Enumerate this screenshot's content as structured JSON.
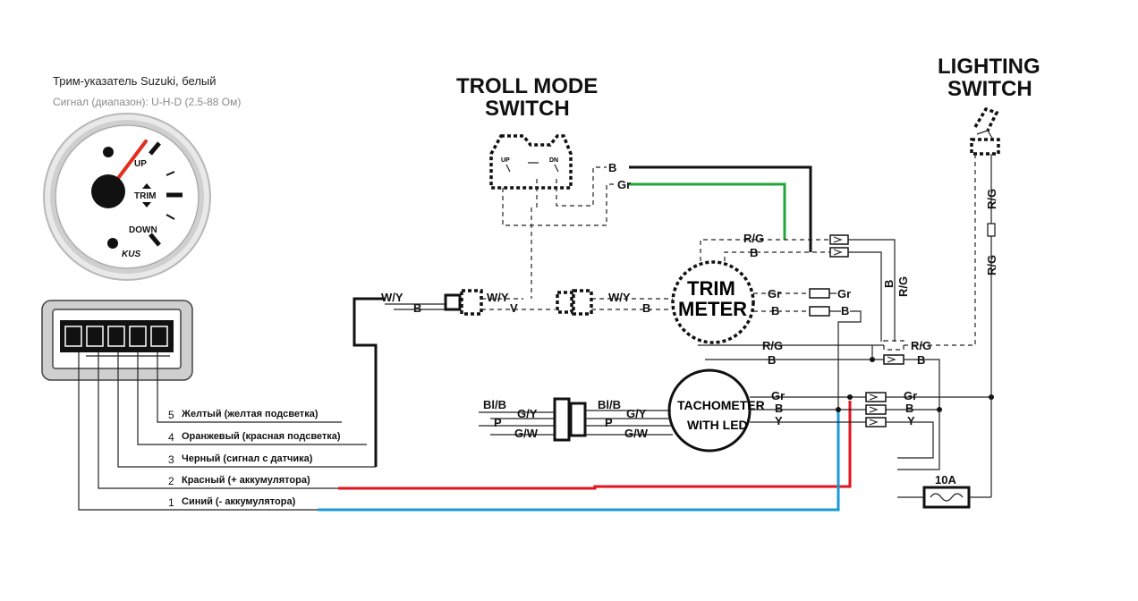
{
  "header": {
    "title": "Трим-указатель Suzuki, белый",
    "subtitle": "Сигнал (диапазон): U-H-D (2.5-88 Ом)"
  },
  "gauge": {
    "up": "UP",
    "trim": "TRIM",
    "down": "DOWN",
    "brand": "KUS",
    "needle_color": "#e0301e"
  },
  "connector_pins": [
    {
      "num": "5",
      "label": "Желтый (желтая подсветка)"
    },
    {
      "num": "4",
      "label": "Оранжевый (красная подсветка)"
    },
    {
      "num": "3",
      "label": "Черный (сигнал с датчика)"
    },
    {
      "num": "2",
      "label": "Красный (+ аккумулятора)"
    },
    {
      "num": "1",
      "label": "Синий (- аккумулятора)"
    }
  ],
  "components": {
    "troll_line1": "TROLL MODE",
    "troll_line2": "SWITCH",
    "troll_up": "UP",
    "troll_dn": "DN",
    "lighting_line1": "LIGHTING",
    "lighting_line2": "SWITCH",
    "trim_line1": "TRIM",
    "trim_line2": "METER",
    "tach_line1": "TACHOMETER",
    "tach_line2": "WITH LED",
    "fuse": "10A"
  },
  "wire_labels": {
    "troll_b": "B",
    "troll_gr": "Gr",
    "top_rg": "R/G",
    "top_b": "B",
    "right_b": "B",
    "right_rg": "R/G",
    "left_wy": "W/Y",
    "left_b": "B",
    "mid_wy": "W/Y",
    "mid_v": "V",
    "pre_wy": "W/Y",
    "pre_b": "B",
    "tm_gr": "Gr",
    "tm_gr2": "Gr",
    "tm_b": "B",
    "tm_b2": "B",
    "rg_mid": "R/G",
    "rg_right": "R/G",
    "b_mid": "B",
    "b_right": "B",
    "bl_b_l": "Bl/B",
    "gy_l": "G/Y",
    "p_l": "P",
    "gw_l": "G/W",
    "bl_b_r": "Bl/B",
    "gy_r": "G/Y",
    "p_r": "P",
    "gw_r": "G/W",
    "tach_gr": "Gr",
    "tach_b": "B",
    "tach_y": "Y",
    "out_gr": "Gr",
    "out_b": "B",
    "out_y": "Y",
    "ls_rg1": "R/G",
    "ls_rg2": "R/G"
  },
  "colors": {
    "green_wire": "#22a637",
    "red_wire": "#e0141e",
    "blue_wire": "#1a9ad6",
    "black_wire": "#111111"
  }
}
